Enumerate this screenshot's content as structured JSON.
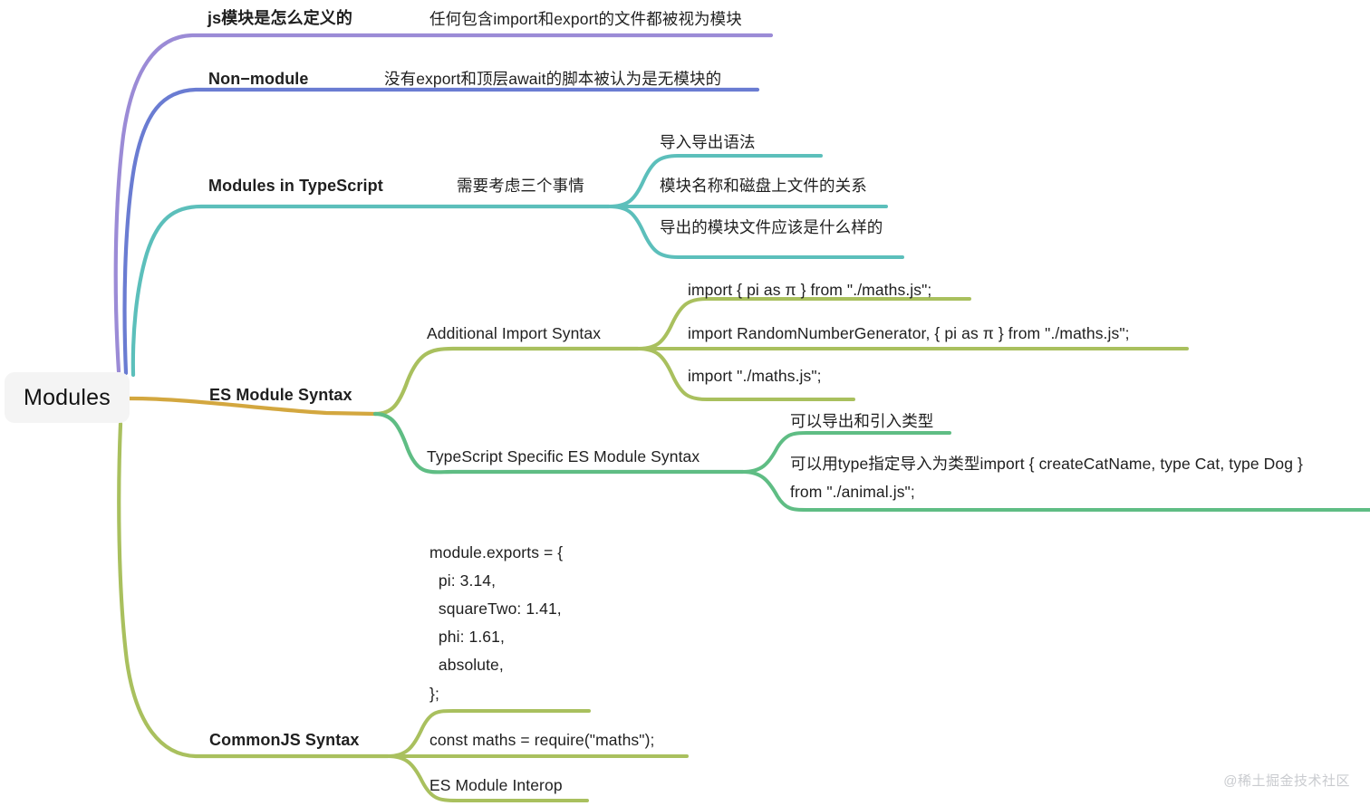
{
  "diagram": {
    "type": "mindmap",
    "title": "Modules",
    "root": {
      "label": "Modules",
      "color": "#f4f4f4"
    },
    "watermark": "@稀土掘金技术社区",
    "branch_colors": {
      "purple": "#9b8bd6",
      "indigo": "#6a7cd2",
      "teal": "#5cbfbb",
      "gold": "#d3a73f",
      "olive": "#a9c05e",
      "green": "#5fbd84"
    },
    "branches": [
      {
        "id": "js-module-definition",
        "label": "js模块是怎么定义的",
        "color": "#9b8bd6",
        "children": [
          {
            "label": "任何包含import和export的文件都被视为模块"
          }
        ]
      },
      {
        "id": "non-module",
        "label": "Non−module",
        "color": "#6a7cd2",
        "children": [
          {
            "label": "没有export和顶层await的脚本被认为是无模块的"
          }
        ]
      },
      {
        "id": "modules-in-typescript",
        "label": "Modules in TypeScript",
        "color": "#5cbfbb",
        "children": [
          {
            "label": "需要考虑三个事情",
            "children": [
              {
                "label": "导入导出语法"
              },
              {
                "label": "模块名称和磁盘上文件的关系"
              },
              {
                "label": "导出的模块文件应该是什么样的"
              }
            ]
          }
        ]
      },
      {
        "id": "es-module-syntax",
        "label": "ES Module Syntax",
        "color": "#d3a73f",
        "children": [
          {
            "label": "Additional Import Syntax",
            "color": "#a9c05e",
            "children": [
              {
                "label": "import { pi as π } from \"./maths.js\";"
              },
              {
                "label": "import RandomNumberGenerator, { pi as π } from \"./maths.js\";"
              },
              {
                "label": "import \"./maths.js\";"
              }
            ]
          },
          {
            "label": "TypeScript Specific ES Module Syntax",
            "color": "#5fbd84",
            "children": [
              {
                "label": "可以导出和引入类型"
              },
              {
                "label": "可以用type指定导入为类型import { createCatName, type Cat, type Dog }\nfrom \"./animal.js\";"
              }
            ]
          }
        ]
      },
      {
        "id": "commonjs-syntax",
        "label": "CommonJS Syntax",
        "color": "#a9c05e",
        "children": [
          {
            "label": "module.exports = {\n  pi: 3.14,\n  squareTwo: 1.41,\n  phi: 1.61,\n  absolute,\n};"
          },
          {
            "label": "const maths = require(\"maths\");"
          },
          {
            "label": "ES Module Interop"
          }
        ]
      }
    ],
    "labels": {
      "n_js_module_def": "js模块是怎么定义的",
      "n_js_module_def_child": "任何包含import和export的文件都被视为模块",
      "n_non_module": "Non−module",
      "n_non_module_child": "没有export和顶层await的脚本被认为是无模块的",
      "n_modules_ts": "Modules in TypeScript",
      "n_three_things": "需要考虑三个事情",
      "n_three_1": "导入导出语法",
      "n_three_2": "模块名称和磁盘上文件的关系",
      "n_three_3": "导出的模块文件应该是什么样的",
      "n_es_module_syntax": "ES Module Syntax",
      "n_additional_import": "Additional Import Syntax",
      "n_import_1": "import { pi as π } from \"./maths.js\";",
      "n_import_2": "import RandomNumberGenerator, { pi as π } from \"./maths.js\";",
      "n_import_3": "import \"./maths.js\";",
      "n_ts_specific": "TypeScript Specific ES Module Syntax",
      "n_ts_1": "可以导出和引入类型",
      "n_ts_2_line1": "可以用type指定导入为类型import { createCatName, type Cat, type Dog }",
      "n_ts_2_line2": "from \"./animal.js\";",
      "n_commonjs": "CommonJS Syntax",
      "n_cjs_code_1": "module.exports = {",
      "n_cjs_code_2": "  pi: 3.14,",
      "n_cjs_code_3": "  squareTwo: 1.41,",
      "n_cjs_code_4": "  phi: 1.61,",
      "n_cjs_code_5": "  absolute,",
      "n_cjs_code_6": "};",
      "n_cjs_require": "const maths = require(\"maths\");",
      "n_cjs_interop": "ES Module Interop",
      "watermark": "@稀土掘金技术社区"
    }
  }
}
